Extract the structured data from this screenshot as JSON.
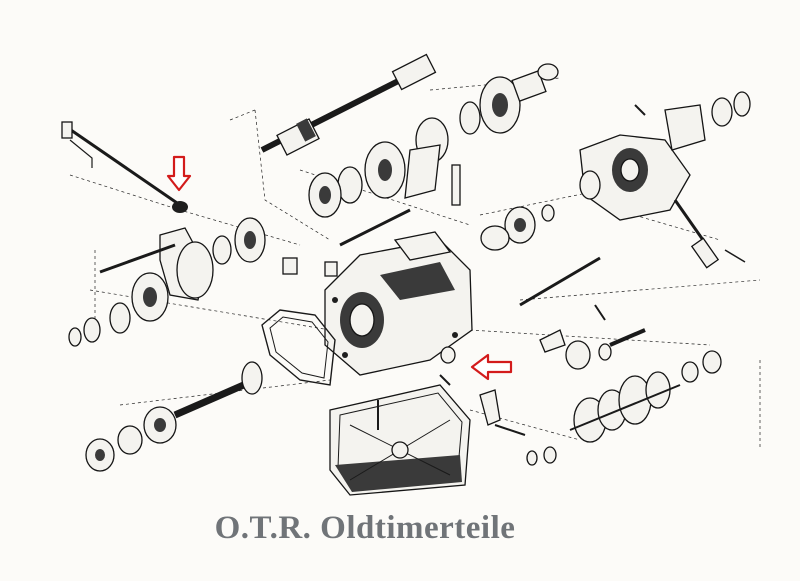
{
  "watermark": {
    "text": "O.T.R. Oldtimerteile"
  },
  "colors": {
    "arrow": "#d31b1b",
    "ink": "#1a1a1a",
    "paper": "#fcfbf8",
    "watermark": "#707478"
  },
  "arrows": [
    {
      "name": "arrow-down-marker",
      "direction": "down"
    },
    {
      "name": "arrow-left-marker",
      "direction": "left"
    }
  ]
}
